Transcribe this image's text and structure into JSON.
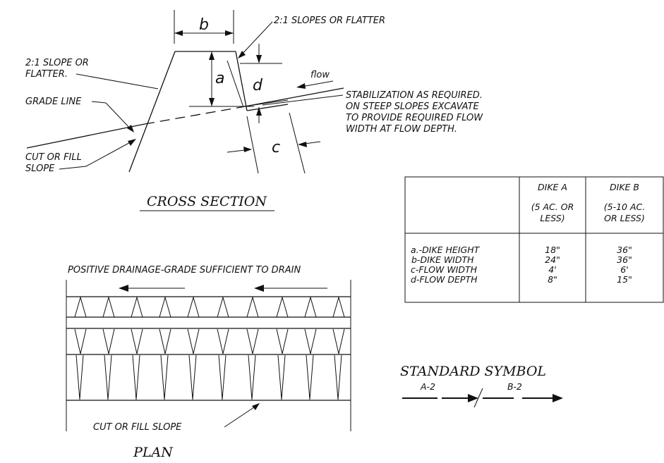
{
  "cross_section": {
    "dim_b": "b",
    "dim_a": "a",
    "dim_d": "d",
    "dim_c": "c",
    "slopes_label": "2:1 SLOPES OR FLATTER",
    "slope_label_line1": "2:1 SLOPE OR",
    "slope_label_line2": "FLATTER.",
    "grade_line": "GRADE LINE",
    "flow": "flow",
    "cut_fill_line1": "CUT OR FILL",
    "cut_fill_line2": "SLOPE",
    "stab_line1": "STABILIZATION AS REQUIRED.",
    "stab_line2": "ON STEEP SLOPES EXCAVATE",
    "stab_line3": "TO PROVIDE REQUIRED FLOW",
    "stab_line4": "WIDTH AT FLOW DEPTH.",
    "title": "CROSS SECTION"
  },
  "table": {
    "col_a_line1": "DIKE A",
    "col_a_line2": "(5 AC. OR",
    "col_a_line3": "LESS)",
    "col_b_line1": "DIKE B",
    "col_b_line2": "(5-10 AC.",
    "col_b_line3": "OR LESS)",
    "rows": [
      {
        "label": "a.-DIKE HEIGHT",
        "a": "18\"",
        "b": "36\""
      },
      {
        "label": "b-DIKE WIDTH",
        "a": "24\"",
        "b": "36\""
      },
      {
        "label": "c-FLOW WIDTH",
        "a": "4'",
        "b": "6'"
      },
      {
        "label": "d-FLOW DEPTH",
        "a": "8\"",
        "b": "15\""
      }
    ]
  },
  "plan": {
    "drainage": "POSITIVE DRAINAGE-GRADE SUFFICIENT TO DRAIN",
    "cut_fill": "CUT OR FILL SLOPE",
    "title": "PLAN"
  },
  "symbol": {
    "title": "STANDARD SYMBOL",
    "label_a": "A-2",
    "label_b": "B-2"
  }
}
